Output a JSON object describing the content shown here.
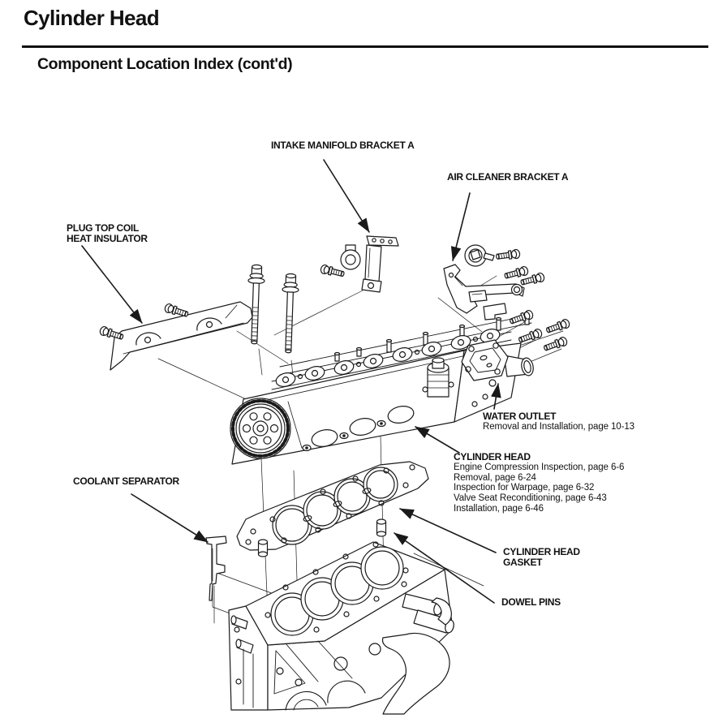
{
  "colors": {
    "ink": "#1a1a1a",
    "paper": "#ffffff"
  },
  "page": {
    "title": "Cylinder Head",
    "subtitle": "Component Location Index (cont'd)"
  },
  "labels": [
    {
      "id": "intake-manifold-bracket-a",
      "lines": [
        "INTAKE MANIFOLD BRACKET A"
      ]
    },
    {
      "id": "air-cleaner-bracket-a",
      "lines": [
        "AIR CLEANER BRACKET A"
      ]
    },
    {
      "id": "plug-top-coil-heat-insulator",
      "lines": [
        "PLUG TOP COIL",
        "HEAT INSULATOR"
      ]
    },
    {
      "id": "water-outlet",
      "lines": [
        "WATER OUTLET"
      ],
      "refs": [
        "Removal and Installation, page 10-13"
      ]
    },
    {
      "id": "cylinder-head",
      "lines": [
        "CYLINDER HEAD"
      ],
      "refs": [
        "Engine Compression Inspection, page 6-6",
        "Removal, page 6-24",
        "Inspection for Warpage, page 6-32",
        "Valve Seat Reconditioning, page 6-43",
        "Installation, page 6-46"
      ]
    },
    {
      "id": "coolant-separator",
      "lines": [
        "COOLANT SEPARATOR"
      ]
    },
    {
      "id": "cylinder-head-gasket",
      "lines": [
        "CYLINDER HEAD",
        "GASKET"
      ]
    },
    {
      "id": "dowel-pins",
      "lines": [
        "DOWEL PINS"
      ]
    }
  ]
}
